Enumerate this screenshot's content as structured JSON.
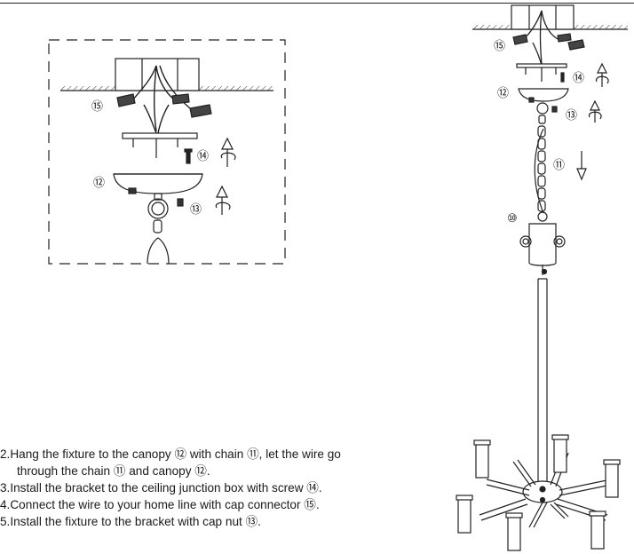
{
  "labels": {
    "connector": "⑮",
    "screw": "⑭",
    "canopy": "⑫",
    "cap_nut": "⑬",
    "chain": "⑪",
    "top_bracket": "⑩"
  },
  "instructions": [
    {
      "line1": "2.Hang the fixture to the canopy ⑫ with chain ⑪, let the wire go",
      "line2": "through the chain ⑪ and canopy ⑫."
    },
    {
      "line1": "3.Install the bracket to the ceiling junction box with screw ⑭."
    },
    {
      "line1": "4.Connect the wire to your home line with cap connector ⑮."
    },
    {
      "line1": "5.Install the fixture to the bracket with cap nut ⑬."
    }
  ]
}
